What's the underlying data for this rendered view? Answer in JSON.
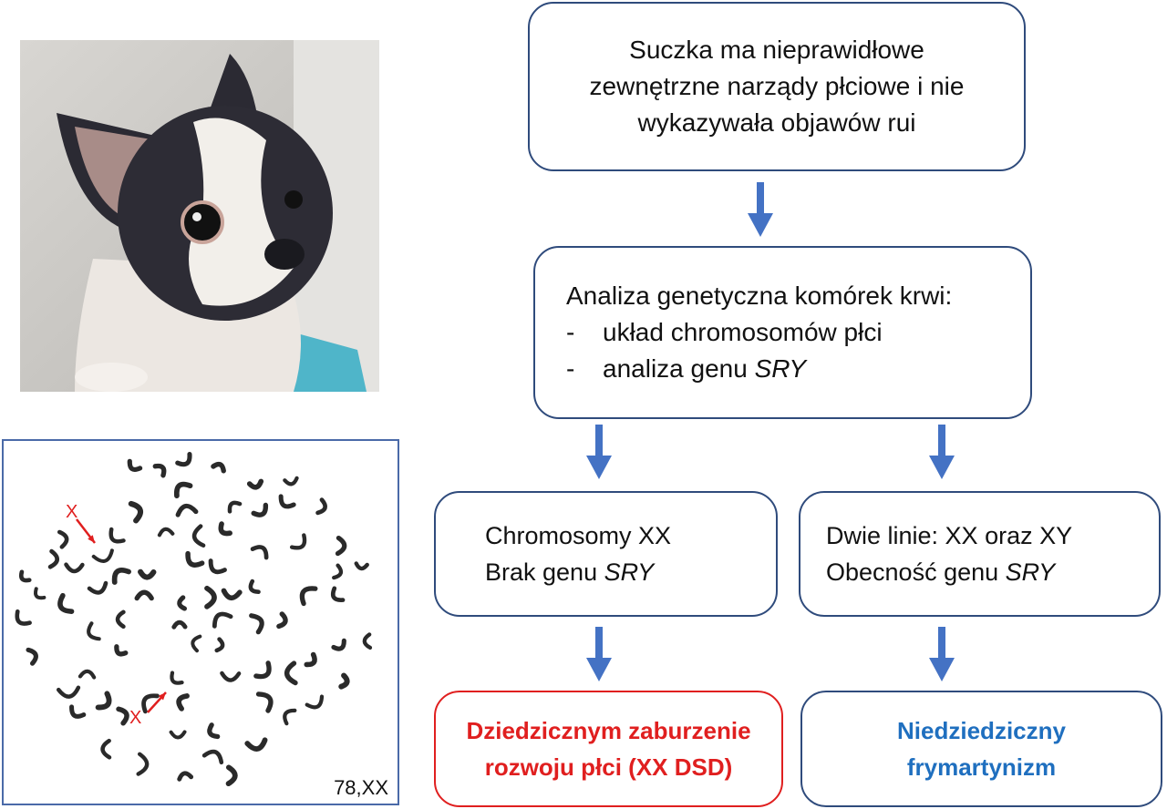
{
  "diagram": {
    "start_box": {
      "lines": [
        "Suczka ma nieprawidłowe",
        "zewnętrzne narządy płciowe i nie",
        "wykazywała objawów rui"
      ]
    },
    "analysis_box": {
      "heading": "Analiza genetyczna komórek krwi:",
      "bullets": [
        {
          "dash": "-",
          "text": "układ chromosomów płci",
          "italic": ""
        },
        {
          "dash": "-",
          "text": "analiza genu ",
          "italic": "SRY"
        }
      ]
    },
    "left_box": {
      "line1": "Chromosomy XX",
      "line2_text": "Brak genu ",
      "line2_italic": "SRY"
    },
    "right_box": {
      "line1": "Dwie linie: XX oraz XY",
      "line2_text": "Obecność genu ",
      "line2_italic": "SRY"
    },
    "result_left": {
      "lines": [
        "Dziedzicznym zaburzenie",
        "rozwoju płci (XX DSD)"
      ]
    },
    "result_right": {
      "lines": [
        "Niedziedziczny",
        "frymartynizm"
      ]
    }
  },
  "karyotype": {
    "label": "78,XX",
    "marker_upper": "X",
    "marker_lower": "X"
  },
  "colors": {
    "arrow": "#4472c4",
    "box_border": "#2f4b7c",
    "result_red": "#e01f1f",
    "result_blue": "#1f6fbf",
    "marker_red": "#e01f1f"
  },
  "images": {
    "photo": "french-bulldog-puppy-photo",
    "karyotype": "metaphase-chromosome-spread"
  }
}
